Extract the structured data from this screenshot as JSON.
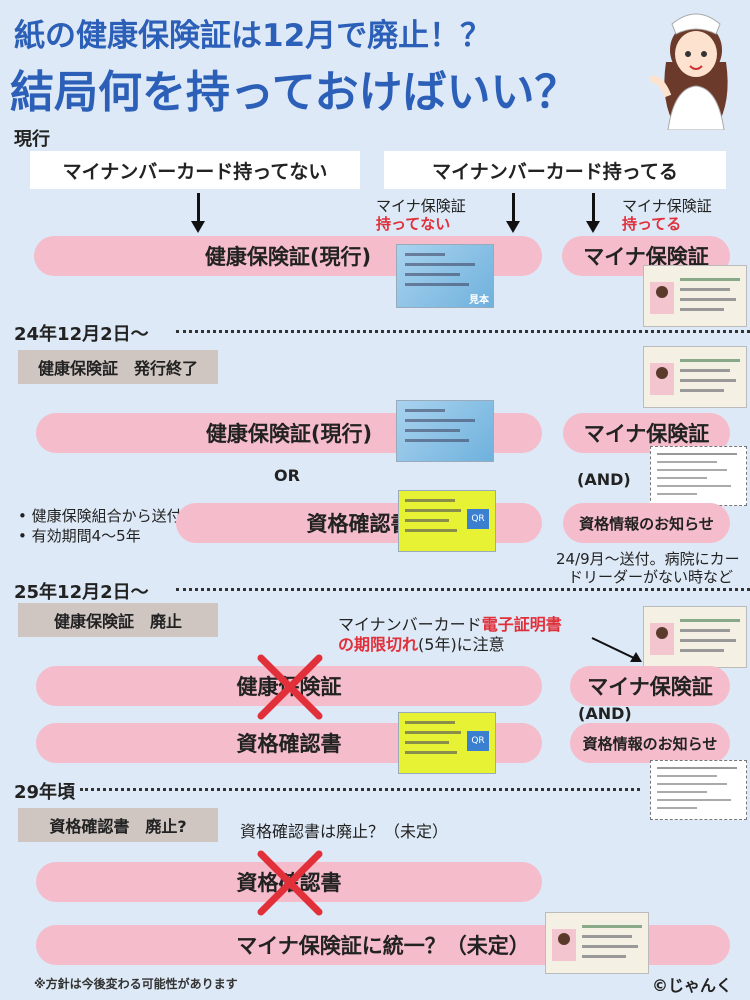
{
  "title": {
    "line1": "紙の健康保険証は12月で廃止！？",
    "line2": "結局何を持っておけばいい？"
  },
  "current": {
    "label": "現行",
    "no_card": "マイナンバーカード持ってない",
    "has_card": "マイナンバーカード持ってる",
    "no_mhc_1": "マイナ保険証",
    "no_mhc_2": "持ってない",
    "has_mhc_1": "マイナ保険証",
    "has_mhc_2": "持ってる",
    "pill_health": "健康保険証(現行)",
    "pill_mynahc": "マイナ保険証"
  },
  "sec2024": {
    "date": "24年12月2日〜",
    "status": "健康保険証　発行終了",
    "pill_health": "健康保険証(現行)",
    "pill_mynahc": "マイナ保険証",
    "or": "OR",
    "and": "(AND)",
    "bullets": [
      "健康保険組合から送付",
      "有効期間4〜5年"
    ],
    "pill_cert": "資格確認書",
    "pill_notice": "資格情報のお知らせ",
    "note1": "24/9月〜送付。病院にカー",
    "note2": "ドリーダーがない時など"
  },
  "sec2025": {
    "date": "25年12月2日〜",
    "status": "健康保険証　廃止",
    "warn_a": "マイナンバーカード",
    "warn_b": "電子証明書",
    "warn_c": "の期限切れ",
    "warn_d": "(5年)に注意",
    "pill_health": "健康保険証",
    "pill_mynahc": "マイナ保険証",
    "and": "(AND)",
    "pill_cert": "資格確認書",
    "pill_notice": "資格情報のお知らせ"
  },
  "sec2029": {
    "date": "29年頃",
    "status": "資格確認書　廃止?",
    "undecided": "資格確認書は廃止？（未定）",
    "pill_cert": "資格確認書",
    "pill_unify": "マイナ保険証に統一？（未定）"
  },
  "footer": {
    "note": "※方針は今後変わる可能性があります",
    "credit": "©じゃんく"
  },
  "card_texts": {
    "blue": "見本",
    "yellow_badge": "QR"
  }
}
